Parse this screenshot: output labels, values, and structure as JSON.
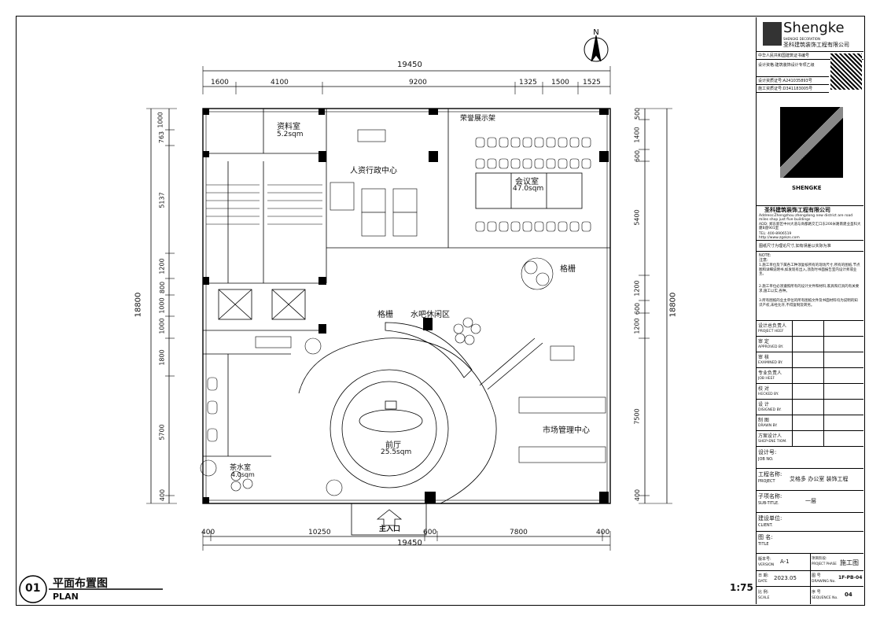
{
  "drawing": {
    "dims": {
      "top_total": "19450",
      "top_segments": [
        "1600",
        "4100",
        "9200",
        "1325",
        "1500",
        "1525"
      ],
      "bottom_total": "19450",
      "bottom_segments": [
        "400",
        "10250",
        "600",
        "7800",
        "400"
      ],
      "left_total": "18800",
      "left_segments": [
        "1000",
        "763",
        "5137",
        "1200",
        "800",
        "1000",
        "1000",
        "1800",
        "5700",
        "400"
      ],
      "right_total": "18800",
      "right_segments": [
        "500",
        "1400",
        "600",
        "5400",
        "1200",
        "600",
        "1200",
        "7500",
        "400"
      ]
    },
    "rooms": {
      "archive": "资料室",
      "archive_area": "5.2sqm",
      "hr": "人资行政中心",
      "meeting": "会议室",
      "meeting_area": "47.0sqm",
      "display": "荣誉展示架",
      "grille1": "格栅",
      "grille2": "格栅",
      "bar": "水吧休闲区",
      "lobby": "前厅",
      "lobby_area": "25.5sqm",
      "market": "市场管理中心",
      "tea": "茶水室",
      "tea_area": "4.0sqm",
      "entrance": "主入口"
    },
    "north": "N",
    "title_cn": "平面布置图",
    "title_en": "PLAN",
    "number": "01",
    "scale": "1:75"
  },
  "sidebar": {
    "brand": "Shengke",
    "brand_sub": "SHENGKE DECORATION",
    "brand_cn": "圣科建筑装饰工程有限公司",
    "cert_header": "中华人民共和国建筑证书编号",
    "cert1": "设计资格:建筑装饰设计专项乙级",
    "cert2": "设计资质证号:A241035893号",
    "cert3": "施工资质证号:D341183005号",
    "logo_text": "SHENGKE",
    "company": "圣科建筑装饰工程有限公司",
    "address_en": "Address:Zhengzhou zhengdong new district are road miles shop just five buildings",
    "address_cn": "ADD: 郑东新区中州大道与商都路交汇口东200米路南建业圣科大厦B座901室",
    "tel": "TEL: 400-8906519",
    "web": "http://www.zgskzs.com",
    "note_line": "图纸尺寸为理论尺寸,如有误差以实际为准",
    "notes_title": "NOTE:",
    "notes_sub": "注意:",
    "notes": [
      "1.施工单位及下属各工种须复核所有的现场尺寸,所有的图纸,节点图和详细说明书,如发现有出入,须及时书面报告室内设计师或业主。",
      "2.施工单位必须遵照所有的设计文件和材料,家具和灯具的有关要求,施工以实,各种。",
      "3.所有图纸的业主单位的所有图纸文件及书面材料均为说明的知识产权,未经允许,不得复制及转另。"
    ],
    "sign_rows": [
      {
        "cn": "设计总负责人",
        "en": "PROJECT HEEF"
      },
      {
        "cn": "审 定",
        "en": "APPROVED BY."
      },
      {
        "cn": "审 核",
        "en": "EXAMINED BY."
      },
      {
        "cn": "专业负责人",
        "en": "JOB HEEF"
      },
      {
        "cn": "校 对",
        "en": "HECKED BY."
      },
      {
        "cn": "设 计",
        "en": "DISIGNED BY."
      },
      {
        "cn": "制 图",
        "en": "DRAWN BY."
      },
      {
        "cn": "方案设计人",
        "en": "SHEP-ENE TIOM."
      }
    ],
    "job_no_cn": "设计号:",
    "job_no_en": "JOB NO.",
    "project_cn": "工程名称:",
    "project_en": "PROJECT",
    "project_val": "艾格多 办公室 装饰工程",
    "subtitle_cn": "子项名称:",
    "subtitle_en": "SUB-TITLE.",
    "subtitle_val": "一层",
    "client_cn": "建设单位:",
    "client_en": "CLIENT.",
    "title_cn": "图 名:",
    "title_en": "TITLE",
    "version_cn": "版本号:",
    "version_en": "VERSION",
    "version_val": "A-1",
    "phase_cn": "项目阶段:",
    "phase_en": "PROJECT PHASE",
    "phase_val": "施工图",
    "date_cn": "日 期:",
    "date_en": "DATE",
    "date_val": "2023.05",
    "drawing_cn": "图 号",
    "drawing_en": "DRAWING No.",
    "drawing_val": "1F-PB-04",
    "scale_cn": "比 例:",
    "scale_en": "SCALE",
    "seq_cn": "序 号",
    "seq_en": "SEQUENCE No.",
    "seq_val": "04"
  }
}
